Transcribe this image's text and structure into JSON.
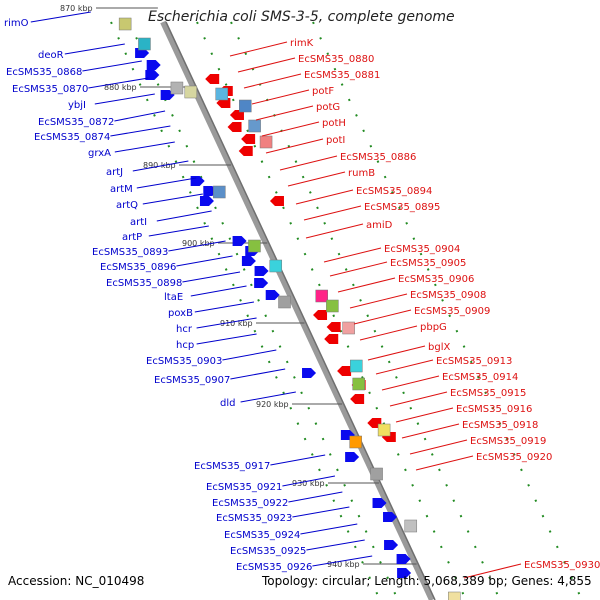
{
  "title": "Escherichia coli SMS-3-5, complete genome",
  "accession": "Accession: NC_010498",
  "topology": "Topology: circular; Length: 5,068,389 bp; Genes: 4,855",
  "colors": {
    "left_label": "#0000cc",
    "right_label": "#dd1111",
    "backbone": "#9a9a9a",
    "track_dots": "#228b22",
    "gene_forward": "#0a0aee",
    "gene_reverse": "#ee0000"
  },
  "ticks": [
    "870 kbp",
    "880 kbp",
    "890 kbp",
    "900 kbp",
    "910 kbp",
    "920 kbp",
    "930 kbp",
    "940 kbp"
  ],
  "left_labels": [
    "rimO",
    "deoR",
    "EcSMS35_0868",
    "EcSMS35_0870",
    "ybjI",
    "EcSMS35_0872",
    "EcSMS35_0874",
    "grxA",
    "artJ",
    "artM",
    "artQ",
    "artI",
    "artP",
    "EcSMS35_0893",
    "EcSMS35_0896",
    "EcSMS35_0898",
    "ltaE",
    "poxB",
    "hcr",
    "hcp",
    "EcSMS35_0903",
    "EcSMS35_0907",
    "dld",
    "EcSMS35_0917",
    "EcSMS35_0921",
    "EcSMS35_0922",
    "EcSMS35_0923",
    "EcSMS35_0924",
    "EcSMS35_0925",
    "EcSMS35_0926"
  ],
  "right_labels": [
    "rimK",
    "EcSMS35_0880",
    "EcSMS35_0881",
    "potF",
    "potG",
    "potH",
    "potI",
    "EcSMS35_0886",
    "rumB",
    "EcSMS35_0894",
    "EcSMS35_0895",
    "amiD",
    "EcSMS35_0904",
    "EcSMS35_0905",
    "EcSMS35_0906",
    "EcSMS35_0908",
    "EcSMS35_0909",
    "pbpG",
    "bglX",
    "EcSMS35_0913",
    "EcSMS35_0914",
    "EcSMS35_0915",
    "EcSMS35_0916",
    "EcSMS35_0918",
    "EcSMS35_0919",
    "EcSMS35_0920",
    "EcSMS35_0930"
  ]
}
